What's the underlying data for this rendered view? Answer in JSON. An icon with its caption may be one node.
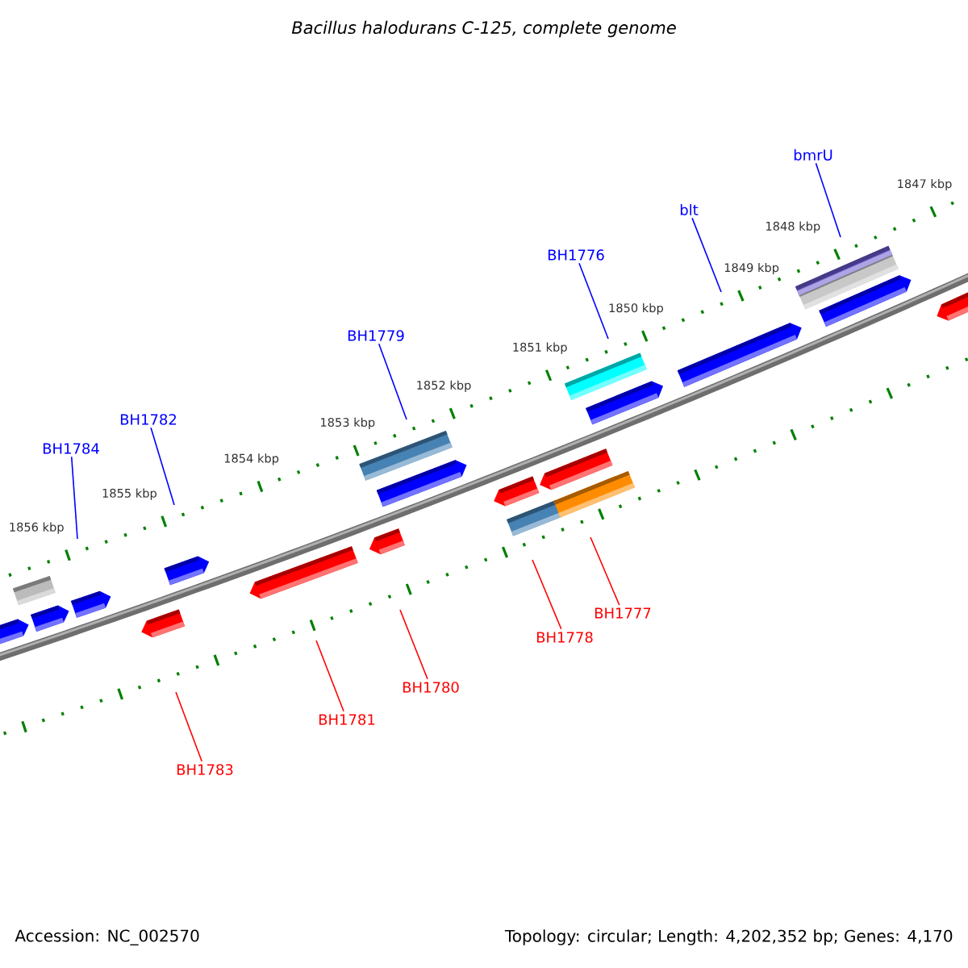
{
  "diagram": {
    "title": "Bacillus halodurans C-125, complete genome",
    "nodes": [
      {
        "text": [
          "bmrU"
        ]
      },
      {
        "text": [
          "blt"
        ]
      },
      {
        "text": [
          "BH1776"
        ]
      },
      {
        "text": [
          "BH1779"
        ]
      },
      {
        "text": [
          "BH1782"
        ]
      },
      {
        "text": [
          "BH1784"
        ]
      },
      {
        "text": [
          "BH1777"
        ]
      },
      {
        "text": [
          "BH1778"
        ]
      },
      {
        "text": [
          "BH1780"
        ]
      },
      {
        "text": [
          "BH1781"
        ]
      },
      {
        "text": [
          "BH1783"
        ]
      }
    ],
    "edges": [
      {
        "from": 0,
        "to": null,
        "arrow": "none",
        "color": "#0000ff"
      },
      {
        "from": 1,
        "to": null,
        "arrow": "none",
        "color": "#0000ff"
      },
      {
        "from": 2,
        "to": null,
        "arrow": "none",
        "color": "#0000ff"
      },
      {
        "from": 3,
        "to": null,
        "arrow": "none",
        "color": "#0000ff"
      },
      {
        "from": 4,
        "to": null,
        "arrow": "none",
        "color": "#0000ff"
      },
      {
        "from": 5,
        "to": null,
        "arrow": "none",
        "color": "#0000ff"
      },
      {
        "from": 6,
        "to": null,
        "arrow": "none",
        "color": "#ff0000"
      },
      {
        "from": 7,
        "to": null,
        "arrow": "none",
        "color": "#ff0000"
      },
      {
        "from": 8,
        "to": null,
        "arrow": "none",
        "color": "#ff0000"
      },
      {
        "from": 9,
        "to": null,
        "arrow": "none",
        "color": "#ff0000"
      },
      {
        "from": 10,
        "to": null,
        "arrow": "none",
        "color": "#ff0000"
      }
    ],
    "labels": [
      "1847 kbp",
      "1848 kbp",
      "1849 kbp",
      "1850 kbp",
      "1851 kbp",
      "1852 kbp",
      "1853 kbp",
      "1854 kbp",
      "1855 kbp",
      "1856 kbp",
      "Accession: NC_002570",
      "Topology: circular; Length: 4,202,352 bp; Genes: 4,170"
    ]
  }
}
